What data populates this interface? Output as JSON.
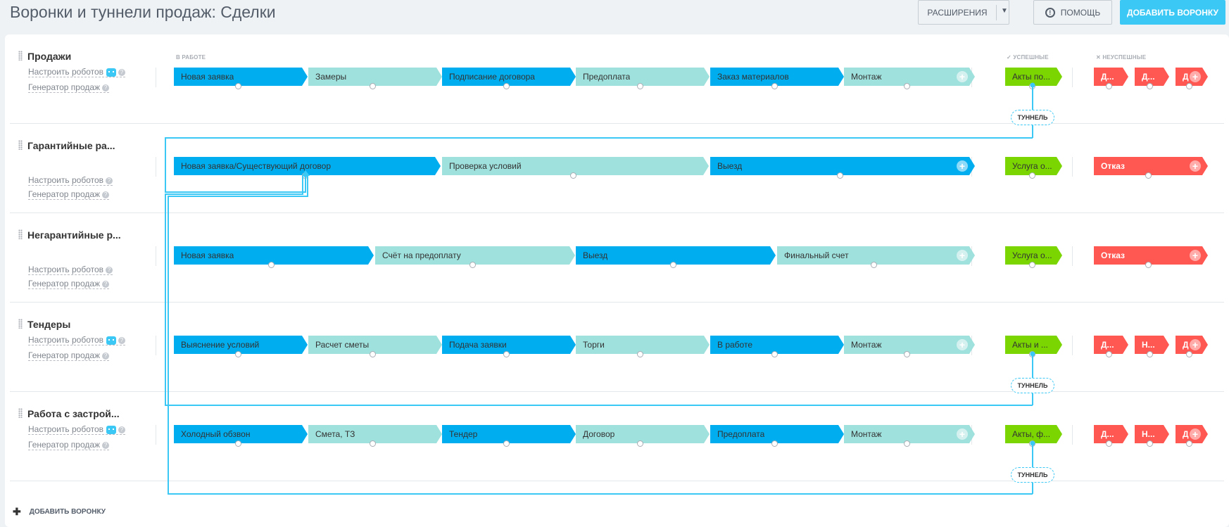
{
  "header": {
    "title": "Воронки и туннели продаж: Сделки",
    "extensions_label": "РАСШИРЕНИЯ",
    "help_label": "ПОМОЩЬ",
    "add_funnel_label": "ДОБАВИТЬ ВОРОНКУ"
  },
  "columns": {
    "in_work": "В РАБОТЕ",
    "success": "УСПЕШНЫЕ",
    "fail": "НЕУСПЕШНЫЕ"
  },
  "links": {
    "robots": "Настроить роботов",
    "generator": "Генератор продаж"
  },
  "funnels": [
    {
      "name": "Продажи",
      "work": [
        "Новая заявка",
        "Замеры",
        "Подписание договора",
        "Предоплата",
        "Заказ материалов",
        "Монтаж"
      ],
      "success": "Акты по...",
      "fail": [
        "Д...",
        "Д...",
        "Д"
      ]
    },
    {
      "name": "Гарантийные ра...",
      "work": [
        "Новая заявка/Существующий договор",
        "Проверка условий",
        "Выезд"
      ],
      "success": "Услуга о...",
      "fail": [
        "Отказ"
      ]
    },
    {
      "name": "Негарантийные р...",
      "work": [
        "Новая заявка",
        "Счёт на предоплату",
        "Выезд",
        "Финальный счет"
      ],
      "success": "Услуга о...",
      "fail": [
        "Отказ"
      ]
    },
    {
      "name": "Тендеры",
      "work": [
        "Выяснение условий",
        "Расчет сметы",
        "Подача заявки",
        "Торги",
        "В работе",
        "Монтаж"
      ],
      "success": "Акты и ...",
      "fail": [
        "Д...",
        "Н...",
        "Д"
      ]
    },
    {
      "name": "Работа с застрой...",
      "work": [
        "Холодный обзвон",
        "Смета, ТЗ",
        "Тендер",
        "Договор",
        "Предоплата",
        "Монтаж"
      ],
      "success": "Акты, ф...",
      "fail": [
        "Д...",
        "Н...",
        "Д"
      ]
    }
  ],
  "tunnel_label": "ТУННЕЛЬ",
  "bottom_add_label": "ДОБАВИТЬ ВОРОНКУ",
  "colors": {
    "work_dark": "#00aeef",
    "work_light": "#9fe1dd",
    "success": "#7bd500",
    "fail": "#ff5752",
    "tunnel_line": "#3bc8f5",
    "primary_button": "#3bc8f5"
  }
}
